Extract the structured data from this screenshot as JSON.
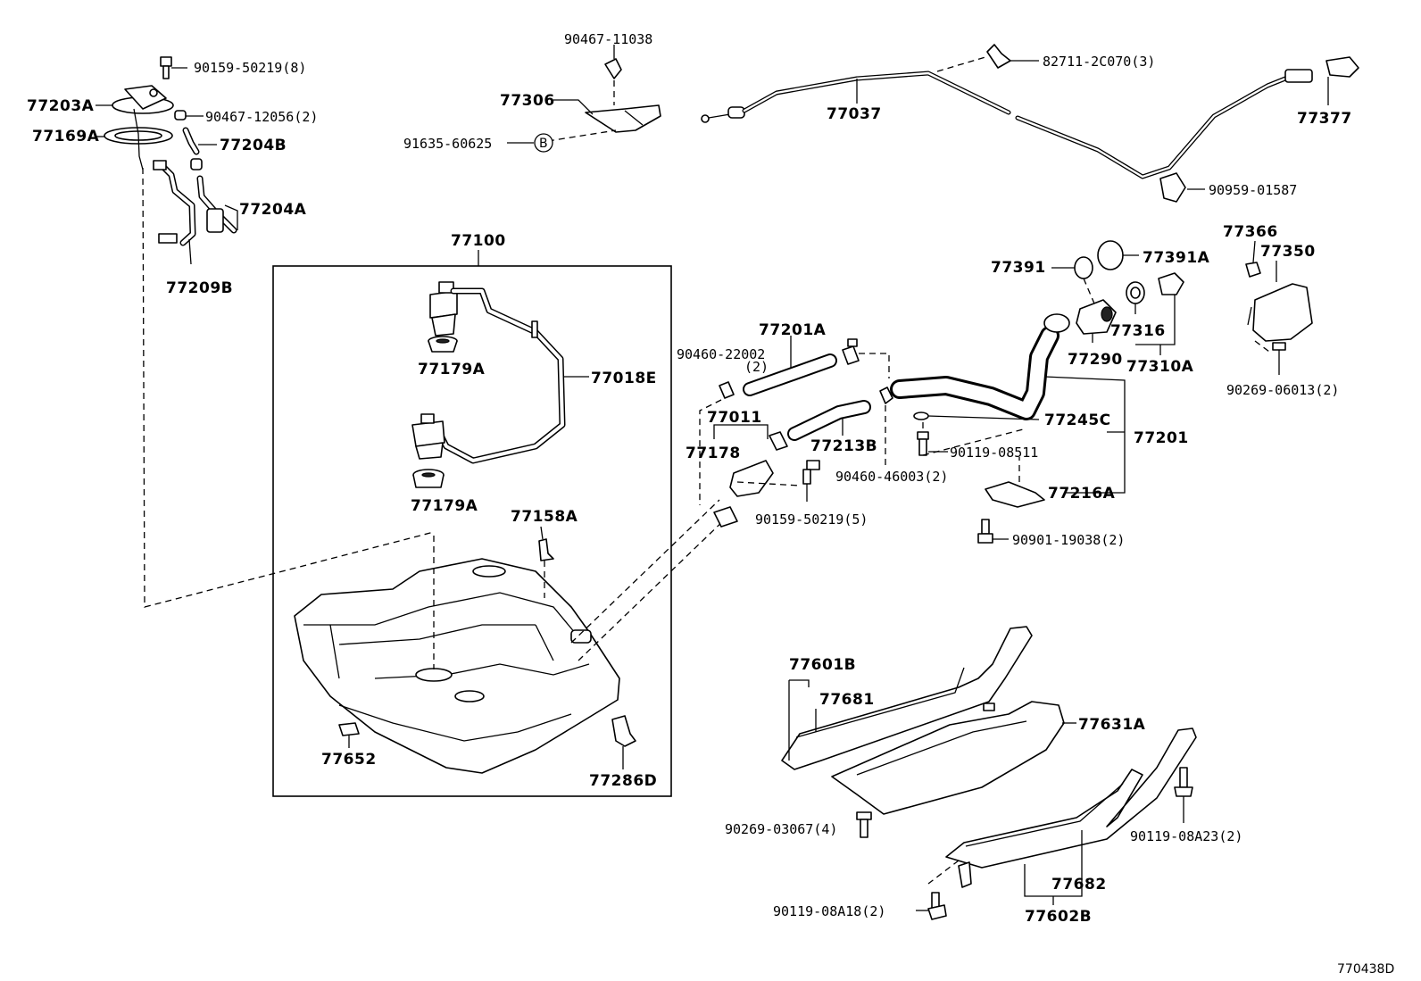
{
  "labels": {
    "p90159_50219_8": "90159-50219(8)",
    "p77203A": "77203A",
    "p90467_12056_2": "90467-12056(2)",
    "p77169A": "77169A",
    "p77204B": "77204B",
    "p77204A": "77204A",
    "p77209B": "77209B",
    "p90467_11038": "90467-11038",
    "p77306": "77306",
    "p91635_60625": "91635-60625",
    "ref_B": "B",
    "p77037": "77037",
    "p82711_2C070_3": "82711-2C070(3)",
    "p77377": "77377",
    "p90959_01587": "90959-01587",
    "p77100": "77100",
    "p77179A_top": "77179A",
    "p77018E": "77018E",
    "p77179A_bottom": "77179A",
    "p77158A": "77158A",
    "p77652": "77652",
    "p77286D": "77286D",
    "p77201A": "77201A",
    "p90460_22002": "90460-22002",
    "p90460_22002_qty": "(2)",
    "p77011": "77011",
    "p77178": "77178",
    "p77213B": "77213B",
    "p90460_46003_2": "90460-46003(2)",
    "p90159_50219_5": "90159-50219(5)",
    "p77391": "77391",
    "p77391A": "77391A",
    "p77366": "77366",
    "p77350": "77350",
    "p77290": "77290",
    "p77316": "77316",
    "p77310A": "77310A",
    "p90269_06013_2": "90269-06013(2)",
    "p77245C": "77245C",
    "p90119_08511": "90119-08511",
    "p77201": "77201",
    "p77216A": "77216A",
    "p90901_19038_2": "90901-19038(2)",
    "p77601B": "77601B",
    "p77681": "77681",
    "p77631A": "77631A",
    "p90269_03067_4": "90269-03067(4)",
    "p90119_08A23_2": "90119-08A23(2)",
    "p77682": "77682",
    "p90119_08A18_2": "90119-08A18(2)",
    "p77602B": "77602B",
    "drawing_id": "770438D"
  }
}
